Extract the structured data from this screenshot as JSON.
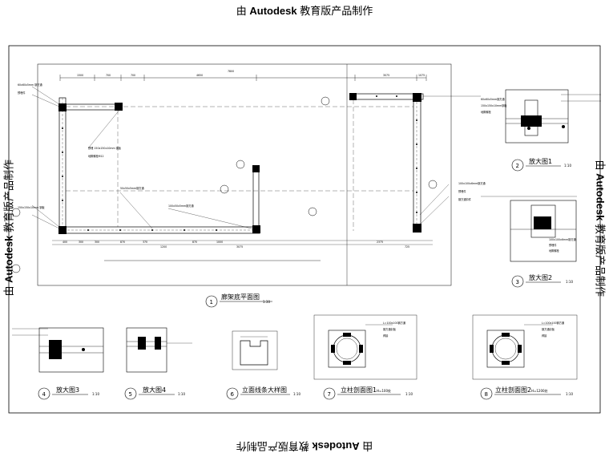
{
  "watermark": {
    "prefix": "由",
    "brand": "Autodesk",
    "suffix": "教育版产品制作"
  },
  "plan": {
    "title": "廊架底平面图",
    "number": "1",
    "scale": "1:30",
    "dims_top": [
      "1500",
      "700",
      "700",
      "4650",
      "7800",
      "3075",
      "1075"
    ],
    "dims_bottom": [
      "400",
      "300",
      "300",
      "870",
      "370",
      "1200",
      "870",
      "1000",
      "3075",
      "2375",
      "725"
    ],
    "notes_left": [
      "60x60x5mm 钢方通",
      "预埋件",
      "150x150x10mm 钢板"
    ],
    "notes_mid": [
      "预埋 150x150x10mm 钢板",
      "地脚螺栓M12",
      "50x50x5mm钢方通",
      "100x50x5mm钢方通"
    ],
    "notes_right": [
      "100x100x6mm钢方通",
      "预埋件",
      "钢方通扣件"
    ]
  },
  "details": [
    {
      "number": "2",
      "title": "放大图1",
      "scale": "1:10"
    },
    {
      "number": "3",
      "title": "放大图2",
      "scale": "1:10"
    },
    {
      "number": "4",
      "title": "放大图3",
      "scale": "1:10"
    },
    {
      "number": "5",
      "title": "放大图4",
      "scale": "1:10"
    },
    {
      "number": "6",
      "title": "立面线条大样图",
      "scale": "1:10"
    },
    {
      "number": "7",
      "title": "立柱剖面图1",
      "extra": "H=100处",
      "scale": "1:10"
    },
    {
      "number": "8",
      "title": "立柱剖面图2",
      "extra": "H=1200处",
      "scale": "1:10"
    }
  ],
  "detail_notes": {
    "d2": [
      "60x60x5mm钢方通",
      "150x150x10mm钢板",
      "地脚螺栓"
    ],
    "d3": [
      "100x100x6mm钢方通",
      "预埋件",
      "地脚螺栓"
    ],
    "d7": [
      "L=100x100钢方通",
      "钢方通封板",
      "焊接"
    ],
    "d8": [
      "L=100x100钢方通",
      "钢方通封板",
      "焊接"
    ]
  }
}
